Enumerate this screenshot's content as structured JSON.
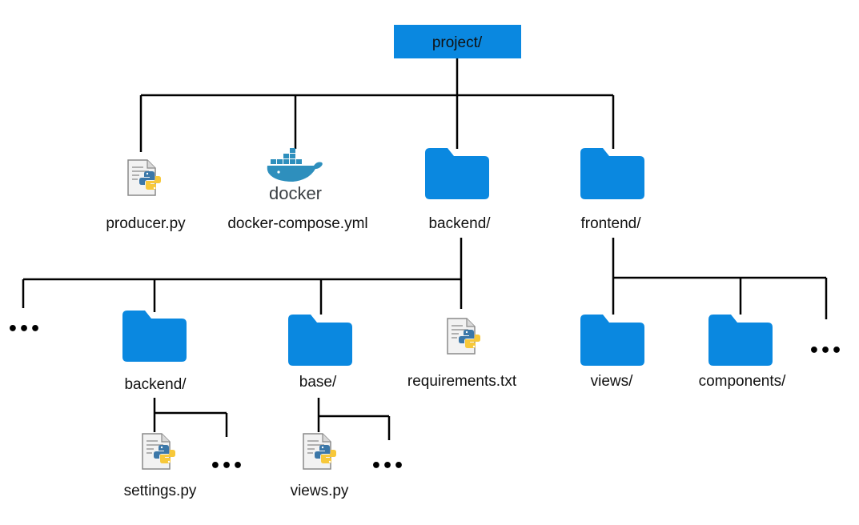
{
  "colors": {
    "folder": "#0a88e0",
    "root_box": "#0a88e0",
    "python_blue": "#3b77a8",
    "python_yellow": "#f7c83a",
    "docker_blue": "#2e8fbd",
    "line": "#000000"
  },
  "root": {
    "label": "project/"
  },
  "level1": {
    "producer": {
      "label": "producer.py",
      "icon": "python-file-icon"
    },
    "docker": {
      "label": "docker-compose.yml",
      "logo_text": "docker",
      "icon": "docker-icon"
    },
    "backend": {
      "label": "backend/",
      "icon": "folder-icon"
    },
    "frontend": {
      "label": "frontend/",
      "icon": "folder-icon"
    }
  },
  "backend_children": {
    "more": "•••",
    "backend_inner": {
      "label": "backend/",
      "icon": "folder-icon"
    },
    "base": {
      "label": "base/",
      "icon": "folder-icon"
    },
    "requirements": {
      "label": "requirements.txt",
      "icon": "python-file-icon"
    }
  },
  "frontend_children": {
    "views": {
      "label": "views/",
      "icon": "folder-icon"
    },
    "components": {
      "label": "components/",
      "icon": "folder-icon"
    },
    "more": "•••"
  },
  "backend_inner_children": {
    "settings": {
      "label": "settings.py",
      "icon": "python-file-icon"
    },
    "more": "•••"
  },
  "base_children": {
    "views_py": {
      "label": "views.py",
      "icon": "python-file-icon"
    },
    "more": "•••"
  }
}
